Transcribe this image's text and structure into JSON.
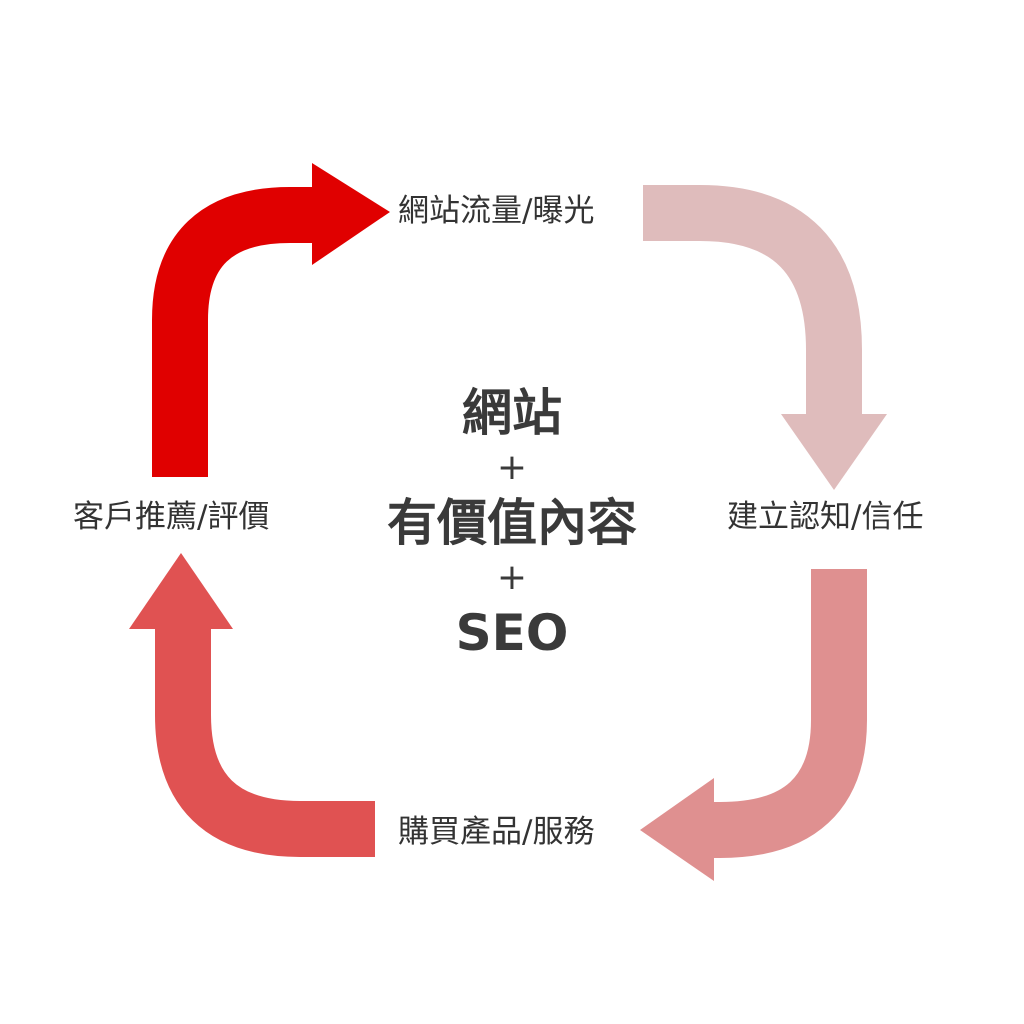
{
  "diagram": {
    "nodes": {
      "top": "網站流量/曝光",
      "right": "建立認知/信任",
      "bottom": "購買產品/服務",
      "left": "客戶推薦/評價"
    },
    "center": {
      "line1": "網站",
      "plus1": "+",
      "line2": "有價值內容",
      "plus2": "+",
      "line3": "SEO"
    },
    "colors": {
      "arrow_left_to_top": "#e00000",
      "arrow_top_to_right": "#dfbcbc",
      "arrow_right_to_bottom": "#df9090",
      "arrow_bottom_to_left": "#e05252",
      "text": "#333333"
    }
  }
}
